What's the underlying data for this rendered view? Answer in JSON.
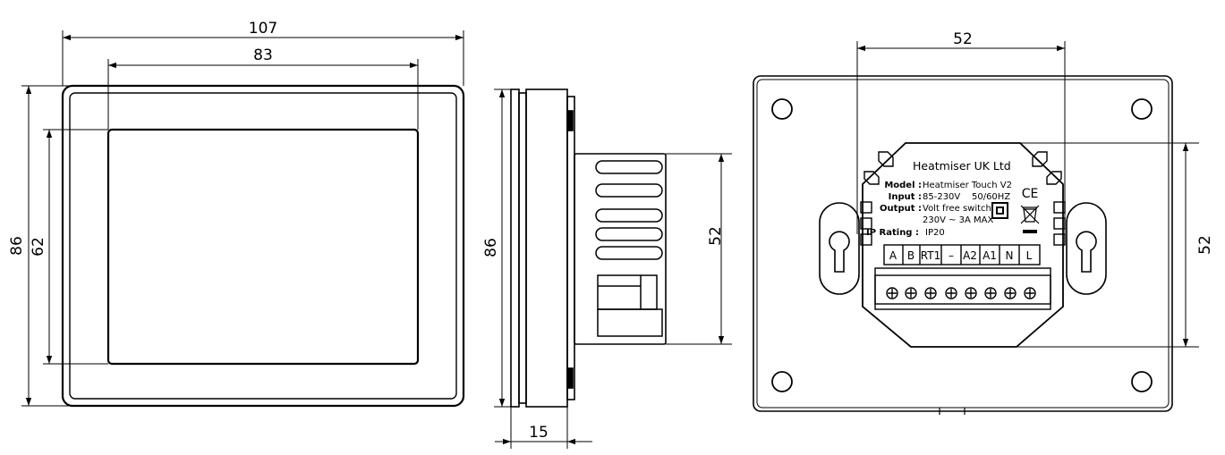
{
  "front_view": {
    "width_outer": "107",
    "width_screen": "83",
    "height_outer": "86",
    "height_screen": "62"
  },
  "side_view": {
    "height_total": "86",
    "height_body": "52",
    "depth": "15"
  },
  "back_view": {
    "mount_spacing_horizontal": "52",
    "mount_spacing_vertical": "52",
    "label": {
      "manufacturer": "Heatmiser UK Ltd",
      "model_key": "Model :",
      "model_value": "Heatmiser Touch V2",
      "input_key": "Input :",
      "input_value": "85-230V    50/60HZ",
      "output_key": "Output :",
      "output_value": "Volt free switch",
      "output_rating": "230V ~ 3A MAX",
      "ip_key": "IP Rating :",
      "ip_value": "IP20",
      "ce_mark": "CE"
    },
    "terminals": [
      "A",
      "B",
      "RT1",
      "–",
      "A2",
      "A1",
      "N",
      "L"
    ]
  }
}
